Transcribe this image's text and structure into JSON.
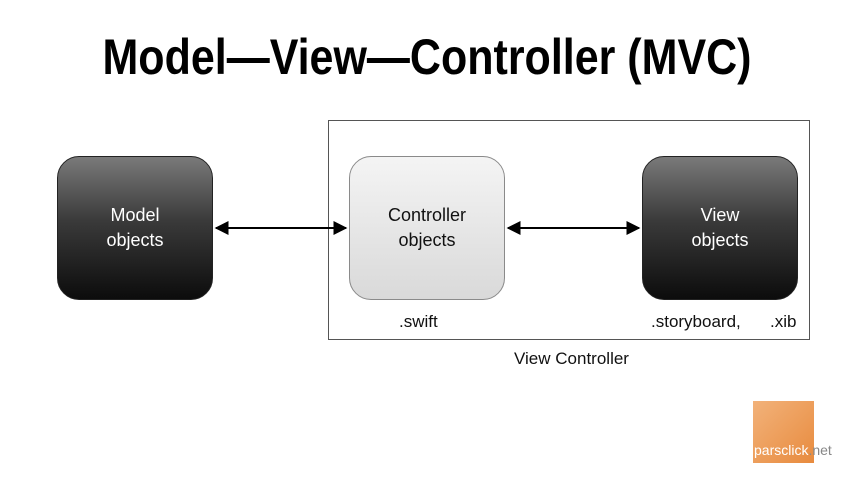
{
  "title": "Model—View—Controller (MVC)",
  "nodes": {
    "model": {
      "line1": "Model",
      "line2": "objects"
    },
    "controller": {
      "line1": "Controller",
      "line2": "objects"
    },
    "view": {
      "line1": "View",
      "line2": "objects"
    }
  },
  "captions": {
    "swift": ".swift",
    "storyboard": ".storyboard,",
    "xib": ".xib",
    "view_controller": "View Controller"
  },
  "logo": {
    "main": "parsclick",
    "suffix": ".net"
  },
  "colors": {
    "accent_logo": "#e88b3e"
  }
}
